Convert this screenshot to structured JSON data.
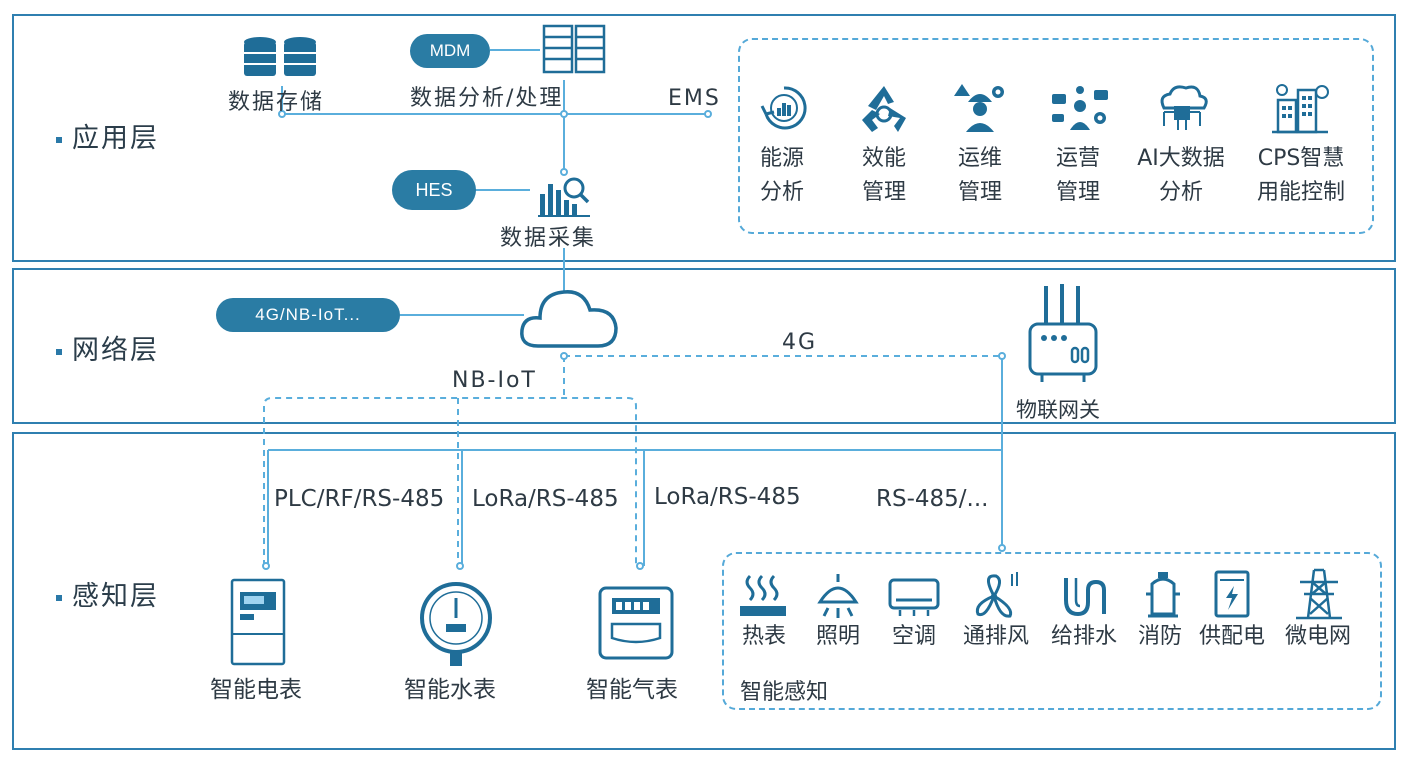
{
  "layers": {
    "application": "应用层",
    "network": "网络层",
    "perception": "感知层"
  },
  "application": {
    "data_storage": "数据存储",
    "mdm": "MDM",
    "data_analysis": "数据分析/处理",
    "ems": "EMS",
    "hes": "HES",
    "data_collection": "数据采集",
    "modules": [
      {
        "line1": "能源",
        "line2": "分析",
        "icon": "energy-analysis-icon"
      },
      {
        "line1": "效能",
        "line2": "管理",
        "icon": "efficiency-recycle-icon"
      },
      {
        "line1": "运维",
        "line2": "管理",
        "icon": "maintenance-worker-icon"
      },
      {
        "line1": "运营",
        "line2": "管理",
        "icon": "operations-icon"
      },
      {
        "line1": "AI大数据",
        "line2": "分析",
        "icon": "ai-cloud-chip-icon"
      },
      {
        "line1": "CPS智慧",
        "line2": "用能控制",
        "icon": "smart-building-icon"
      }
    ]
  },
  "network": {
    "pill": "4G/NB-IoT...",
    "link_4g": "4G",
    "link_nbiot": "NB-IoT",
    "gateway": "物联网关"
  },
  "perception": {
    "protocols": [
      "PLC/RF/RS-485",
      "LoRa/RS-485",
      "LoRa/RS-485",
      "RS-485/..."
    ],
    "devices": [
      {
        "label": "智能电表",
        "icon": "electric-meter-icon"
      },
      {
        "label": "智能水表",
        "icon": "water-meter-icon"
      },
      {
        "label": "智能气表",
        "icon": "gas-meter-icon"
      }
    ],
    "sensing": [
      {
        "label": "热表",
        "icon": "heat-meter-icon"
      },
      {
        "label": "照明",
        "icon": "lamp-icon"
      },
      {
        "label": "空调",
        "icon": "air-conditioner-icon"
      },
      {
        "label": "通排风",
        "icon": "fan-icon"
      },
      {
        "label": "给排水",
        "icon": "pipe-icon"
      },
      {
        "label": "消防",
        "icon": "hydrant-icon"
      },
      {
        "label": "供配电",
        "icon": "power-box-icon"
      },
      {
        "label": "微电网",
        "icon": "power-tower-icon"
      }
    ],
    "sensing_title": "智能感知"
  },
  "colors": {
    "frame": "#2f7fb0",
    "icon": "#1f6d98",
    "dash": "#55a9d8",
    "pill": "#2a7ca4"
  }
}
